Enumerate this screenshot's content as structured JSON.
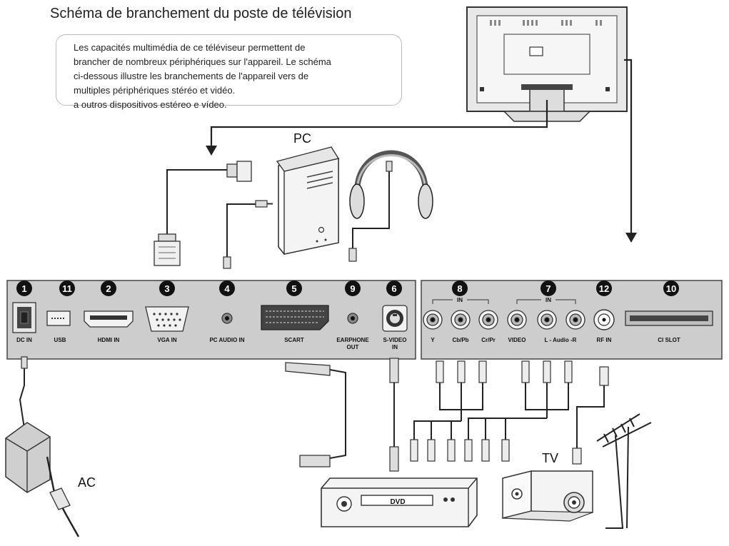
{
  "title": "Schéma de branchement du poste de télévision",
  "intro_lines": [
    "Les capacités multimédia de ce téléviseur permettent de",
    "brancher de nombreux périphériques sur l'appareil. Le schéma",
    "ci-dessous illustre les branchements de l'appareil vers de",
    "multiples périphériques stéréo et vidéo.",
    "a outros dispositivos estéreo e vídeo."
  ],
  "devices": {
    "pc": "PC",
    "ac": "AC",
    "tv": "TV",
    "dvd": "DVD"
  },
  "ports_left": [
    {
      "num": "1",
      "label": "DC IN"
    },
    {
      "num": "11",
      "label": "USB"
    },
    {
      "num": "2",
      "label": "HDMI IN"
    },
    {
      "num": "3",
      "label": "VGA IN"
    },
    {
      "num": "4",
      "label": "PC AUDIO IN"
    },
    {
      "num": "5",
      "label": "SCART"
    },
    {
      "num": "9",
      "label_line1": "EARPHONE",
      "label_line2": "OUT"
    },
    {
      "num": "6",
      "label_line1": "S-VIDEO",
      "label_line2": "IN"
    }
  ],
  "ports_right": [
    {
      "num": "8",
      "group_label": "IN",
      "labels": [
        "Y",
        "Cb/Pb",
        "Cr/Pr"
      ]
    },
    {
      "num": "7",
      "group_label": "IN",
      "labels": [
        "VIDEO",
        "L - Audio -R"
      ]
    },
    {
      "num": "12",
      "label": "RF IN"
    },
    {
      "num": "10",
      "label": "CI SLOT"
    }
  ]
}
